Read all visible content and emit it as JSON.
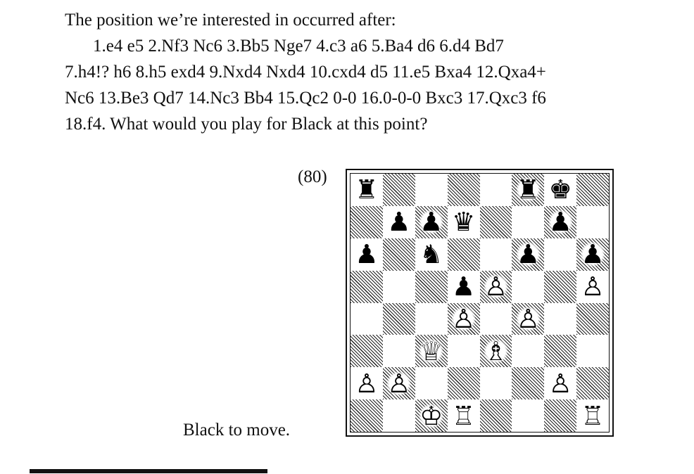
{
  "text": {
    "intro": "The position we’re interested in occurred after:",
    "moves_line1": "1.e4 e5 2.Nf3 Nc6 3.Bb5 Nge7 4.c3 a6 5.Ba4 d6 6.d4 Bd7",
    "moves_line2": "7.h4!? h6 8.h5 exd4 9.Nxd4 Nxd4 10.cxd4 d5 11.e5 Bxa4 12.Qxa4+",
    "moves_line3": "Nc6 13.Be3 Qd7 14.Nc3 Bb4 15.Qc2 0-0 16.0-0-0 Bxc3 17.Qxc3 f6",
    "moves_line4": "18.f4. What would you play for Black at this point?"
  },
  "diagram": {
    "number": "(80)",
    "caption": "Black to move.",
    "position": [
      [
        "bR",
        "",
        "",
        "",
        "",
        "bR",
        "bK",
        ""
      ],
      [
        "",
        "bP",
        "bP",
        "bQ",
        "",
        "",
        "bP",
        ""
      ],
      [
        "bP",
        "",
        "bN",
        "",
        "",
        "bP",
        "",
        "bP"
      ],
      [
        "",
        "",
        "",
        "bP",
        "wP",
        "",
        "",
        "wP"
      ],
      [
        "",
        "",
        "",
        "wP",
        "",
        "wP",
        "",
        ""
      ],
      [
        "",
        "",
        "wQ",
        "",
        "wB",
        "",
        "",
        ""
      ],
      [
        "wP",
        "wP",
        "",
        "",
        "",
        "",
        "wP",
        ""
      ],
      [
        "",
        "",
        "wK",
        "wR",
        "",
        "",
        "",
        "wR"
      ]
    ],
    "glyphs": {
      "wK": "♔",
      "wQ": "♕",
      "wR": "♖",
      "wB": "♗",
      "wN": "♘",
      "wP": "♙",
      "bK": "♚",
      "bQ": "♛",
      "bR": "♜",
      "bB": "♝",
      "bN": "♞",
      "bP": "♟"
    },
    "piece_names": {
      "wK": "white-king-icon",
      "wQ": "white-queen-icon",
      "wR": "white-rook-icon",
      "wB": "white-bishop-icon",
      "wN": "white-knight-icon",
      "wP": "white-pawn-icon",
      "bK": "black-king-icon",
      "bQ": "black-queen-icon",
      "bR": "black-rook-icon",
      "bB": "black-bishop-icon",
      "bN": "black-knight-icon",
      "bP": "black-pawn-icon"
    }
  }
}
